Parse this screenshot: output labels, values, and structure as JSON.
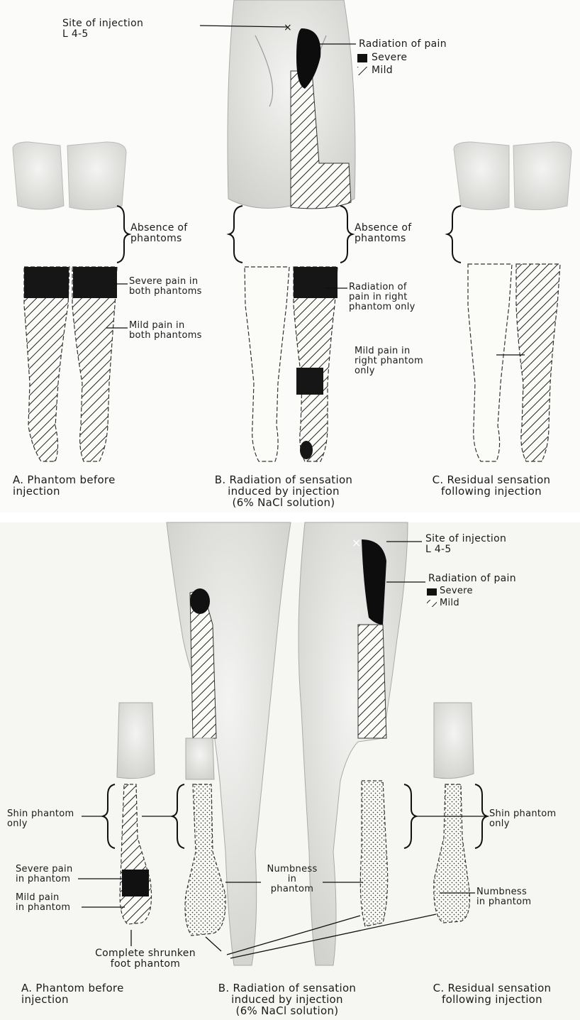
{
  "top": {
    "site_of_injection": "Site of injection\nL 4-5",
    "radiation_of_pain": "Radiation of pain",
    "legend_severe": "Severe",
    "legend_mild": "Mild",
    "absence_1": "Absence of\nphantoms",
    "absence_2": "Absence of\nphantoms",
    "severe_both": "Severe pain in\nboth phantoms",
    "mild_both": "Mild pain in\nboth phantoms",
    "radiation_right": "Radiation of\npain in right\nphantom only",
    "mild_right": "Mild pain in\nright phantom\nonly",
    "caption_a": "A. Phantom before\ninjection",
    "caption_b": "B. Radiation of sensation\ninduced by injection\n(6% NaCl solution)",
    "caption_c": "C. Residual sensation\nfollowing injection"
  },
  "bottom": {
    "site_of_injection": "Site of injection\nL 4-5",
    "radiation_of_pain": "Radiation of pain",
    "legend_severe": "Severe",
    "legend_mild": "Mild",
    "shin_left": "Shin phantom\nonly",
    "shin_right": "Shin phantom\nonly",
    "severe_phantom": "Severe pain\nin phantom",
    "mild_phantom": "Mild pain\nin phantom",
    "numbness_center": "Numbness\nin\nphantom",
    "numbness_right": "Numbness\nin phantom",
    "shrunken": "Complete shrunken\nfoot phantom",
    "caption_a": "A. Phantom before\ninjection",
    "caption_b": "B. Radiation of sensation\ninduced by injection\n(6% NaCl solution)",
    "caption_c": "C. Residual sensation\nfollowing injection"
  }
}
